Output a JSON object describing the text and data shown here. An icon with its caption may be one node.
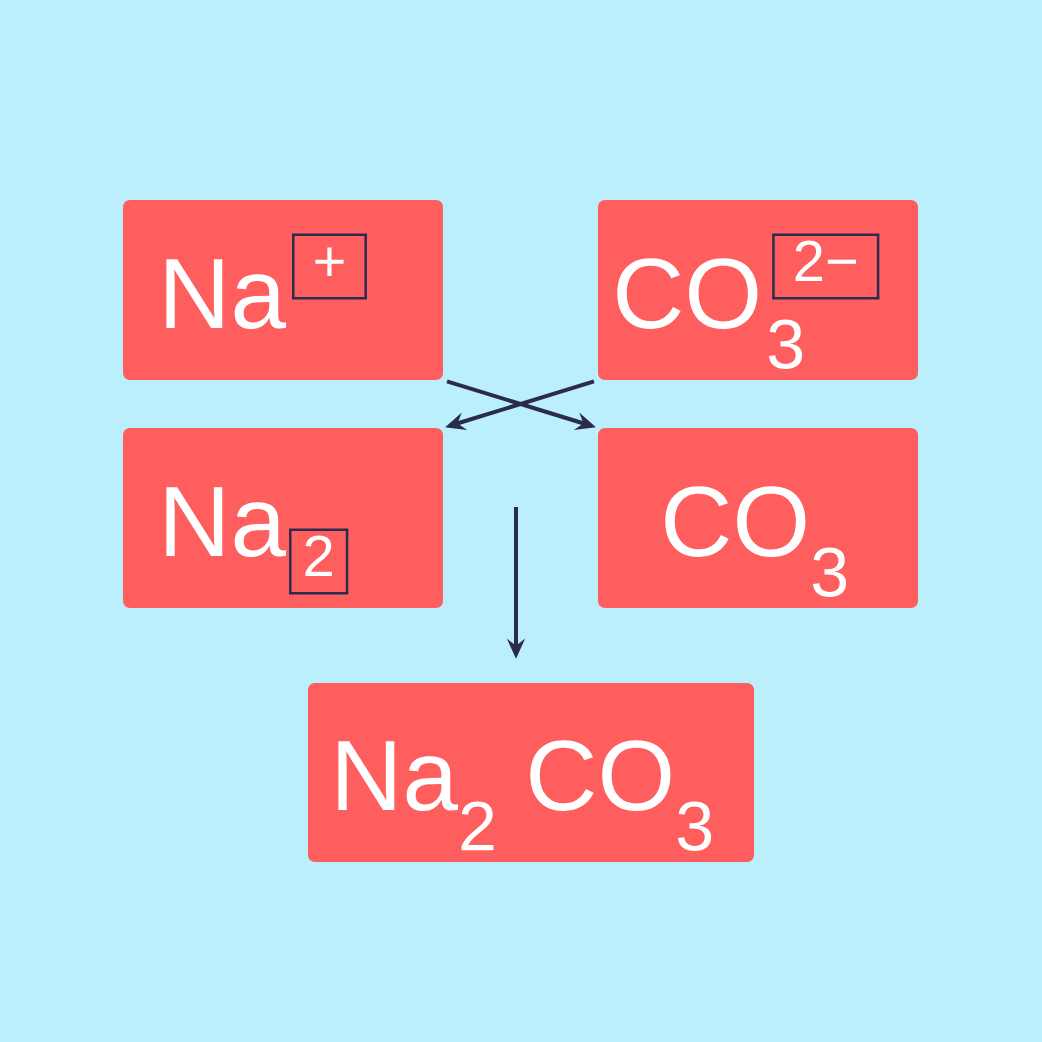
{
  "diagram": {
    "nodes": [
      {
        "text": [
          "Na$^{+}$"
        ]
      },
      {
        "text": [
          "CO$_{3}$$^{2−}$"
        ]
      },
      {
        "text": [
          "Na$_{2}$"
        ]
      },
      {
        "text": [
          "CO$_{3}$"
        ]
      },
      {
        "text": [
          "Na$_{2}$ CO$_{3}$"
        ]
      }
    ],
    "edges": [
      {
        "from": 0,
        "to": 3,
        "arrow": "to"
      },
      {
        "from": 1,
        "to": 2,
        "arrow": "to"
      },
      {
        "from": null,
        "to": 4,
        "arrow": "to"
      }
    ]
  }
}
